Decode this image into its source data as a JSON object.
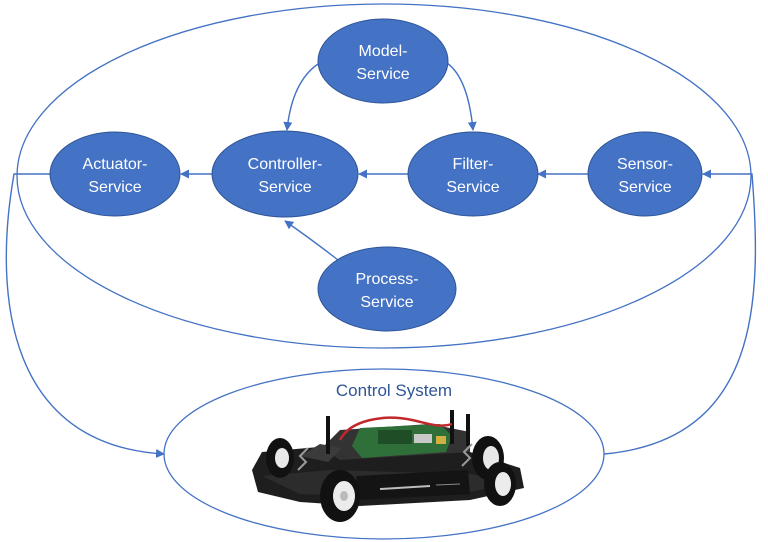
{
  "colors": {
    "node_fill": "#4472C4",
    "node_stroke": "#2F5597",
    "line": "#4472C4",
    "system_text": "#2F5597",
    "text_white": "#FFFFFF"
  },
  "nodes": {
    "model": {
      "line1": "Model-",
      "line2": "Service"
    },
    "actuator": {
      "line1": "Actuator-",
      "line2": "Service"
    },
    "controller": {
      "line1": "Controller-",
      "line2": "Service"
    },
    "filter": {
      "line1": "Filter-",
      "line2": "Service"
    },
    "sensor": {
      "line1": "Sensor-",
      "line2": "Service"
    },
    "process": {
      "line1": "Process-",
      "line2": "Service"
    }
  },
  "control_system": {
    "label": "Control System"
  },
  "images": {
    "vehicle": "rc-car-photo"
  }
}
